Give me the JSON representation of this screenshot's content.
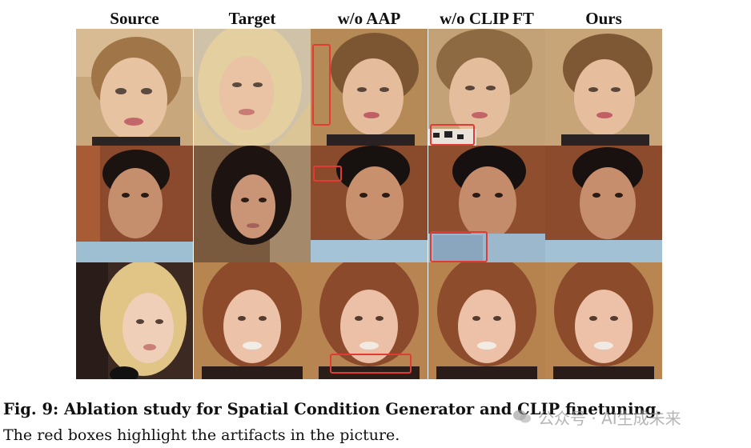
{
  "columns": [
    "Source",
    "Target",
    "w/o AAP",
    "w/o CLIP FT",
    "Ours"
  ],
  "caption": {
    "bold": "Fig. 9: Ablation study for Spatial Condition Generator and CLIP finetuning.",
    "normal": "The red boxes highlight the artifacts in the picture."
  },
  "watermark": "公众号 · AI生成未来",
  "colors": {
    "highlight_box": "#e23a34"
  }
}
